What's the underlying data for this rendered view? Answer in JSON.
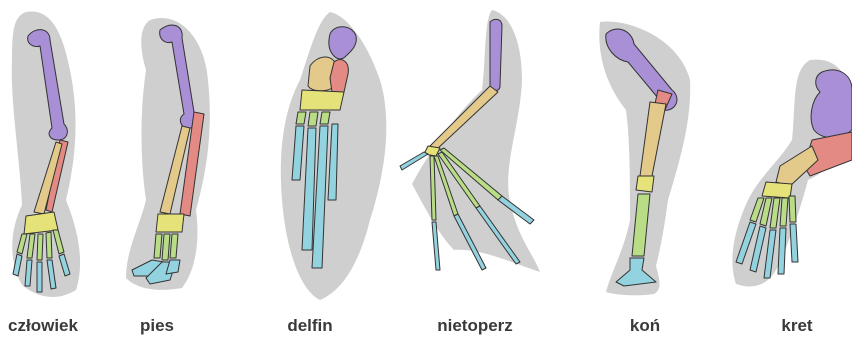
{
  "figure": {
    "labels": [
      "człowiek",
      "pies",
      "delfin",
      "nietoperz",
      "koń",
      "kret"
    ]
  },
  "colors": {
    "humerus": "#a98fd6",
    "radius": "#e3c98a",
    "ulna": "#e38a84",
    "carpals": "#e6e27a",
    "metacarpals": "#b9dc86",
    "phalanges": "#93d3df",
    "silhouette": "#cfcfcf"
  }
}
